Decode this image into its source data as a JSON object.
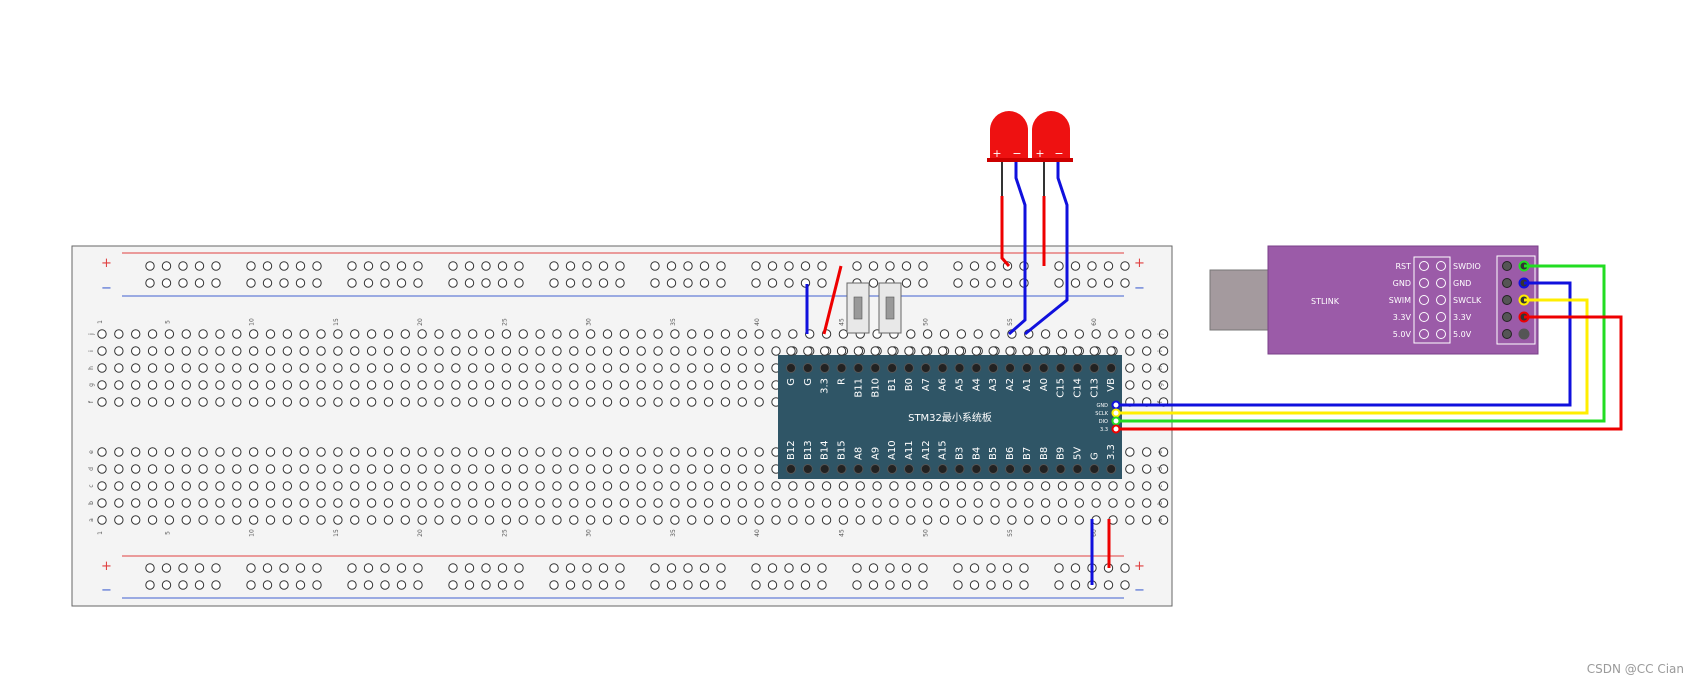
{
  "board": {
    "title": "STM32最小系统板",
    "top_pins": [
      "G",
      "G",
      "3.3",
      "R",
      "B11",
      "B10",
      "B1",
      "B0",
      "A7",
      "A6",
      "A5",
      "A4",
      "A3",
      "A2",
      "A1",
      "A0",
      "C15",
      "C14",
      "C13",
      "VB"
    ],
    "bottom_pins": [
      "B12",
      "B13",
      "B14",
      "B15",
      "A8",
      "A9",
      "A10",
      "A11",
      "A12",
      "A15",
      "B3",
      "B4",
      "B5",
      "B6",
      "B7",
      "B8",
      "B9",
      "5V",
      "G",
      "3.3"
    ],
    "swd_labels": [
      "GND",
      "SCLK",
      "DIO",
      "3.3"
    ]
  },
  "stlink": {
    "name": "STLINK",
    "left_labels": [
      "RST",
      "GND",
      "SWIM",
      "3.3V",
      "5.0V"
    ],
    "right_labels": [
      "SWDIO",
      "GND",
      "SWCLK",
      "3.3V",
      "5.0V"
    ]
  },
  "breadboard": {
    "rail_plus": "+",
    "rail_minus": "−",
    "column_numbers": [
      "1",
      "5",
      "10",
      "15",
      "20",
      "25",
      "30",
      "35",
      "40",
      "45",
      "50",
      "55",
      "60"
    ],
    "rows_top": [
      "j",
      "i",
      "h",
      "g",
      "f"
    ],
    "rows_bottom": [
      "e",
      "d",
      "c",
      "b",
      "a"
    ]
  },
  "leds": [
    {
      "plus": "+",
      "minus": "−"
    },
    {
      "plus": "+",
      "minus": "−"
    }
  ],
  "colors": {
    "red": "#ee0000",
    "blue": "#1010dd",
    "green": "#22dd22",
    "yellow": "#ffee00",
    "board": "#2f5566",
    "stlink": "#9b5ba8"
  },
  "footer": {
    "credit": "CSDN @CC Cian"
  }
}
